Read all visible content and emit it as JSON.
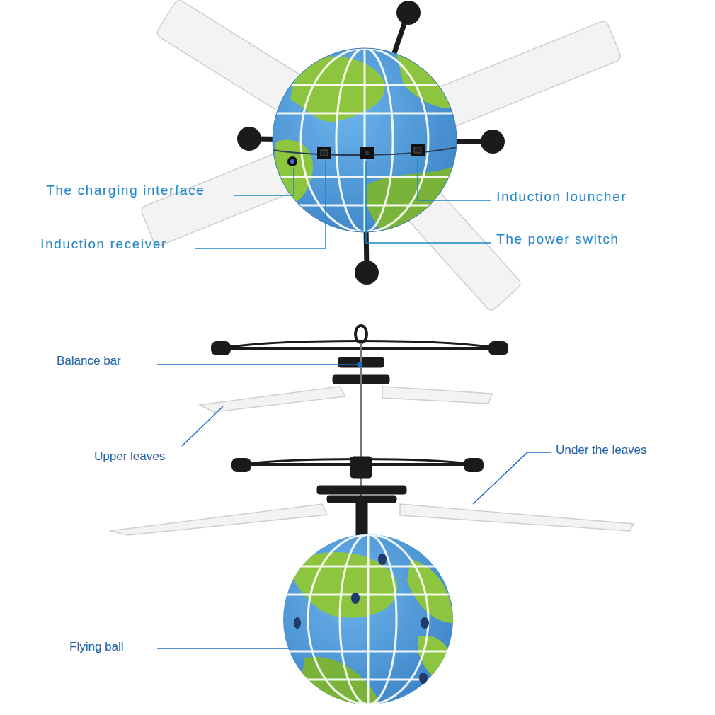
{
  "diagram": {
    "labels": [
      "The charging interface",
      "Induction receiver",
      "Induction louncher",
      "The power switch",
      "Balance bar",
      "Upper leaves",
      "Under the leaves",
      "Flying ball"
    ]
  }
}
